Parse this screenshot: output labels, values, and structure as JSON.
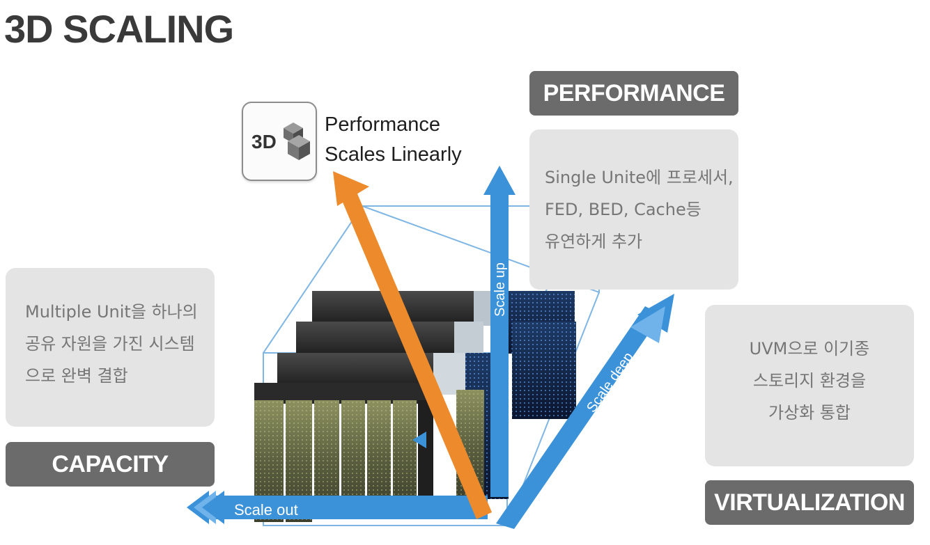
{
  "title": "3D SCALING",
  "badge": {
    "text": "3D",
    "icon": "stacked-cubes-icon"
  },
  "caption": {
    "line1": "Performance",
    "line2": "Scales Linearly"
  },
  "performance": {
    "label": "PERFORMANCE",
    "desc": [
      "Single Unite에 프로세서,",
      "FED, BED, Cache등",
      "유연하게 추가"
    ]
  },
  "capacity": {
    "label": "CAPACITY",
    "desc": [
      "Multiple Unit을 하나의",
      "공유 자원을 가진 시스템",
      "으로 완벽 결합"
    ]
  },
  "virtualization": {
    "label": "VIRTUALIZATION",
    "desc": [
      "UVM으로 이기종",
      "스토리지 환경을",
      "가상화 통합"
    ]
  },
  "arrows": {
    "scale_out": "Scale out",
    "scale_up": "Scale up",
    "scale_deep": "Scale deep"
  },
  "colors": {
    "orange": "#ec8a2c",
    "blue": "#3c92d8",
    "dark_label": "#6b6b6b",
    "light_box": "#e4e4e4"
  }
}
